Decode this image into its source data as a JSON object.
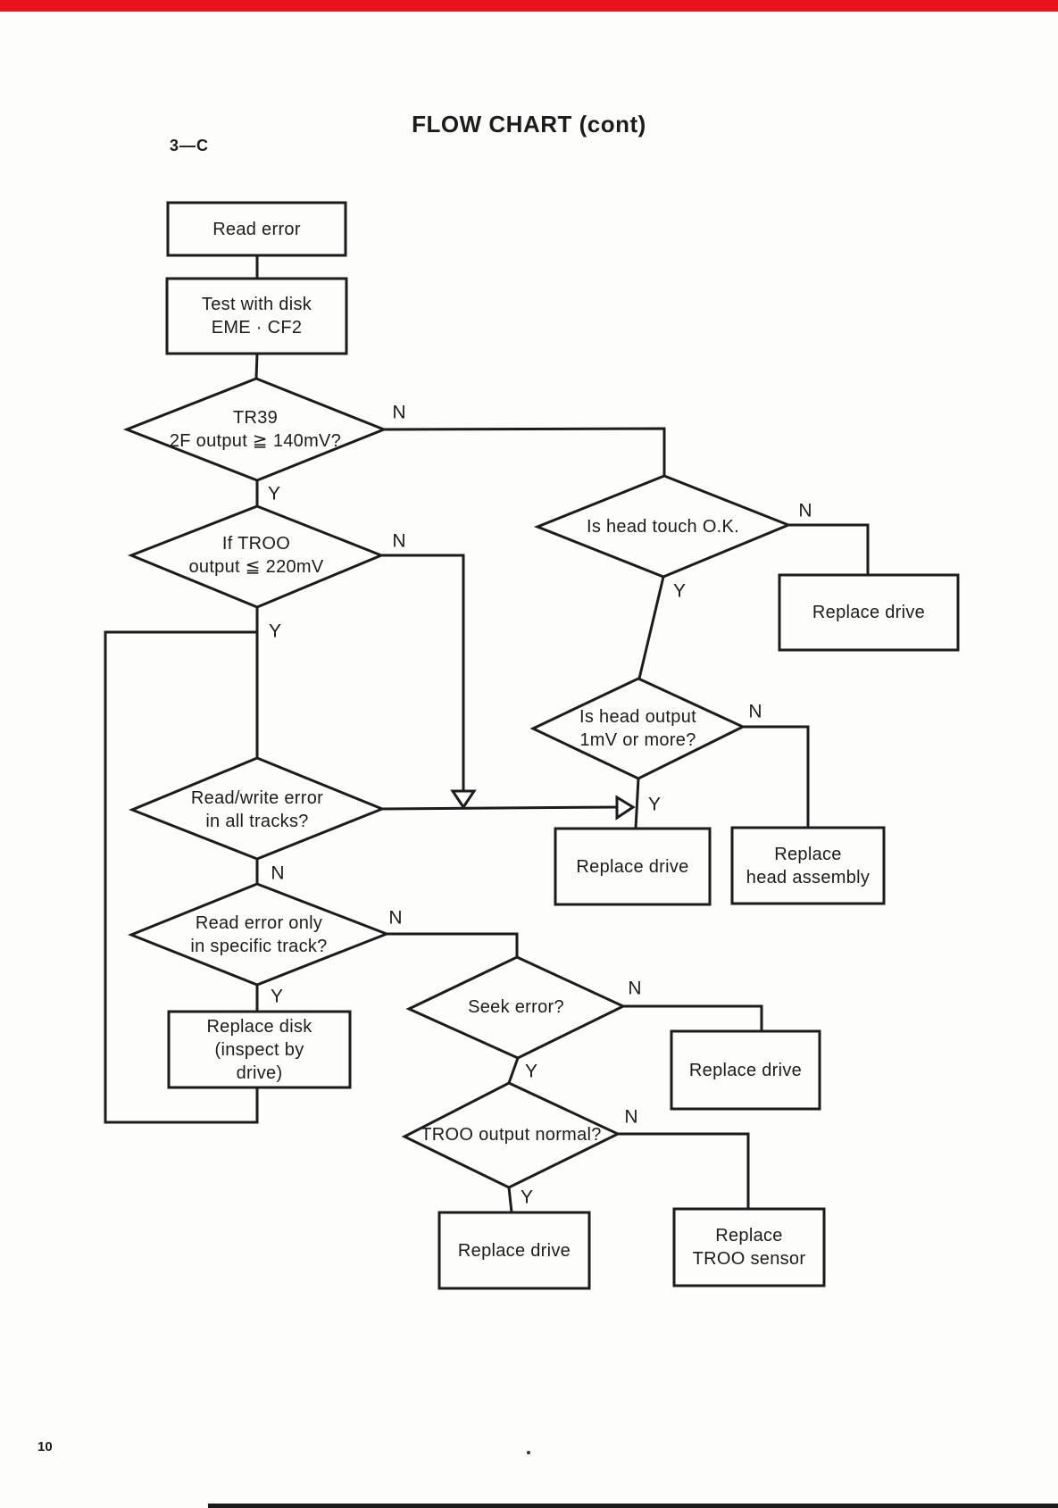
{
  "page": {
    "title": "FLOW CHART (cont)",
    "section_label": "3—C",
    "page_number": "10",
    "accent_red": "#e8131b",
    "footer_bar_color": "#1b1b1b",
    "ink_color": "#1c1c1c"
  },
  "nodes": {
    "read_error": {
      "shape": "process",
      "lines": [
        "Read error"
      ]
    },
    "test_with_disk": {
      "shape": "process",
      "lines": [
        "Test with disk",
        "EME · CF2"
      ]
    },
    "tr39": {
      "shape": "decision",
      "lines": [
        "TR39",
        "2F output ≧ 140mV?"
      ]
    },
    "troo_output": {
      "shape": "decision",
      "lines": [
        "If TROO",
        "output ≦ 220mV"
      ]
    },
    "head_touch": {
      "shape": "decision",
      "lines": [
        "Is head touch O.K."
      ]
    },
    "replace_drive_1": {
      "shape": "process",
      "lines": [
        "Replace drive"
      ]
    },
    "head_output": {
      "shape": "decision",
      "lines": [
        "Is head output",
        "1mV or more?"
      ]
    },
    "rw_error_all_tracks": {
      "shape": "decision",
      "lines": [
        "Read/write error",
        "in all tracks?"
      ]
    },
    "replace_drive_2": {
      "shape": "process",
      "lines": [
        "Replace drive"
      ]
    },
    "replace_head_assembly": {
      "shape": "process",
      "lines": [
        "Replace",
        "head assembly"
      ]
    },
    "read_error_specific": {
      "shape": "decision",
      "lines": [
        "Read error only",
        "in specific track?"
      ]
    },
    "replace_disk": {
      "shape": "process",
      "lines": [
        "Replace disk",
        "(inspect by",
        "drive)"
      ]
    },
    "seek_error": {
      "shape": "decision",
      "lines": [
        "Seek error?"
      ]
    },
    "replace_drive_3": {
      "shape": "process",
      "lines": [
        "Replace drive"
      ]
    },
    "troo_normal": {
      "shape": "decision",
      "lines": [
        "TROO output normal?"
      ]
    },
    "replace_drive_4": {
      "shape": "process",
      "lines": [
        "Replace drive"
      ]
    },
    "replace_troo_sensor": {
      "shape": "process",
      "lines": [
        "Replace",
        "TROO sensor"
      ]
    }
  },
  "branches": {
    "tr39_n": "N",
    "tr39_y": "Y",
    "troo_n": "N",
    "troo_y": "Y",
    "head_touch_n": "N",
    "head_touch_y": "Y",
    "head_output_n": "N",
    "head_output_y": "Y",
    "rw_n": "N",
    "specific_n": "N",
    "specific_y": "Y",
    "seek_n": "N",
    "seek_y": "Y",
    "troo_normal_n": "N",
    "troo_normal_y": "Y"
  }
}
